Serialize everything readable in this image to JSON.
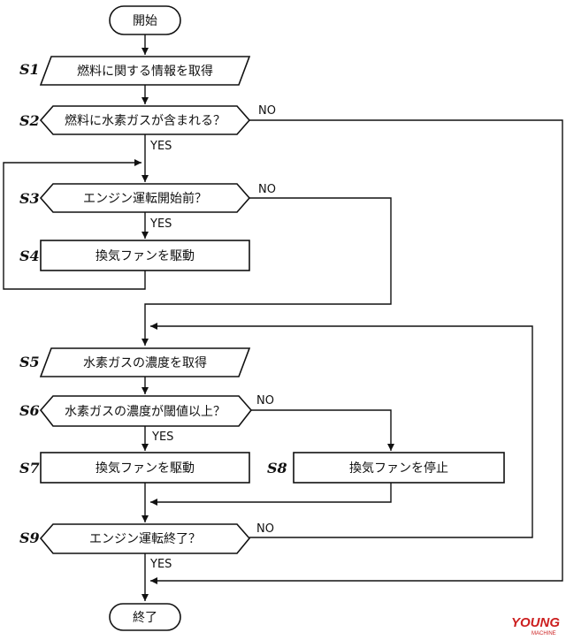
{
  "nodes": {
    "start": "開始",
    "s1": "燃料に関する情報を取得",
    "s2": "燃料に水素ガスが含まれる？",
    "s3": "エンジン運転開始前？",
    "s4": "換気ファンを駆動",
    "s5": "水素ガスの濃度を取得",
    "s6": "水素ガスの濃度が閾値以上？",
    "s7": "換気ファンを駆動",
    "s8": "換気ファンを停止",
    "s9": "エンジン運転終了？",
    "end": "終了"
  },
  "steps": {
    "s1": "S1",
    "s2": "S2",
    "s3": "S3",
    "s4": "S4",
    "s5": "S5",
    "s6": "S6",
    "s7": "S7",
    "s8": "S8",
    "s9": "S9"
  },
  "branch_labels": {
    "s2_yes": "YES",
    "s2_no": "NO",
    "s3_yes": "YES",
    "s3_no": "NO",
    "s6_yes": "YES",
    "s6_no": "NO",
    "s9_yes": "YES",
    "s9_no": "NO"
  },
  "watermark": {
    "brand": "YOUNG",
    "sub": "MACHINE"
  }
}
